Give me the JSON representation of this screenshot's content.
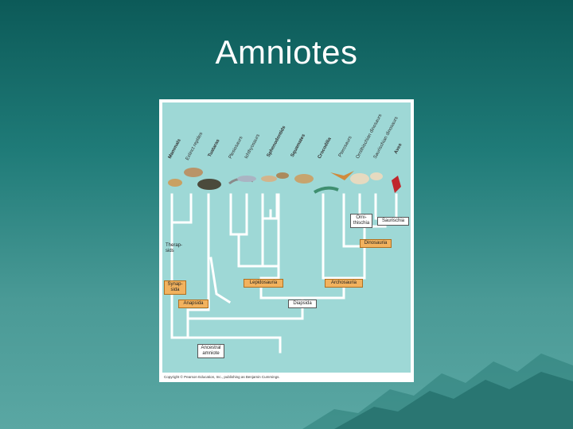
{
  "slide": {
    "title": "Amniotes"
  },
  "figure": {
    "taxa": [
      {
        "label": "Mammals",
        "bold": true
      },
      {
        "label": "Extinct reptiles",
        "bold": false
      },
      {
        "label": "Tuataras",
        "bold": true
      },
      {
        "label": "Plesiosaurs",
        "bold": false
      },
      {
        "label": "Ichthyosaurs",
        "bold": false
      },
      {
        "label": "Sphenodontids",
        "bold": true
      },
      {
        "label": "Squamates",
        "bold": true
      },
      {
        "label": "Crocodilia",
        "bold": true
      },
      {
        "label": "Pterosaurs",
        "bold": false
      },
      {
        "label": "Ornithischian dinosaurs",
        "bold": false
      },
      {
        "label": "Saurischian dinosaurs",
        "bold": false
      },
      {
        "label": "Aves",
        "bold": true
      }
    ],
    "clades": {
      "therapsids": "Therap- sids",
      "synapsida": "Synap- sida",
      "anapsida": "Anapsida",
      "lepidosauria": "Lepidosauria",
      "archosauria": "Archosauria",
      "diapsida": "Diapsida",
      "ornithischia": "Orni- thischia",
      "saurischia": "Saurischia",
      "dinosauria": "Dinosauria",
      "ancestral": "Ancestral amniote"
    },
    "copyright": "Copyright © Pearson Education, Inc., publishing as Benjamin Cummings."
  },
  "colors": {
    "tree_line": "#ffffff",
    "figure_bg": "#9ed8d6",
    "clade_box": "#f2b25e"
  }
}
